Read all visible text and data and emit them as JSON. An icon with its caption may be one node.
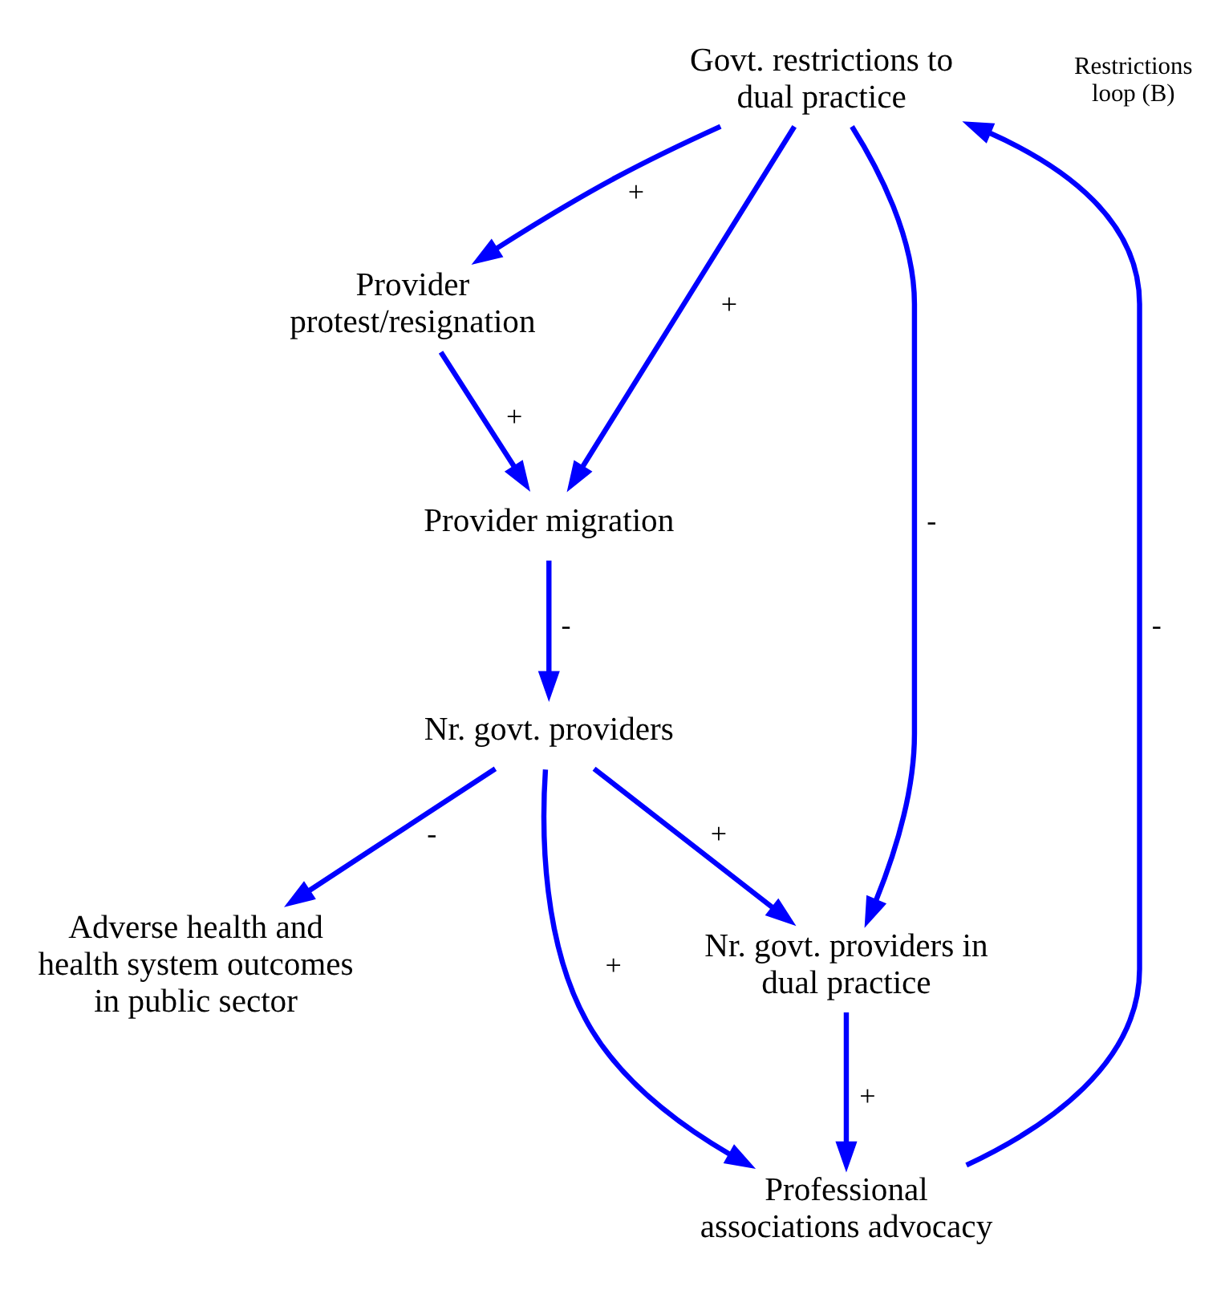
{
  "diagram": {
    "nodes": [
      {
        "text": [
          "Govt. restrictions to dual practice"
        ]
      },
      {
        "text": [
          "Provider protest/resignation"
        ]
      },
      {
        "text": [
          "Nr. govt. providers in dual practice"
        ]
      },
      {
        "text": [
          "Provider migration"
        ]
      },
      {
        "text": [
          "Professional associations advocacy"
        ]
      },
      {
        "text": [
          "Nr. govt. providers"
        ]
      },
      {
        "text": [
          "Adverse health and health system outcomes in public sector"
        ]
      }
    ],
    "edges": [
      {
        "from": 0,
        "to": 1,
        "arrow": "to",
        "label": "+"
      },
      {
        "from": 0,
        "to": 3,
        "arrow": "to",
        "label": "+"
      },
      {
        "from": 1,
        "to": 3,
        "arrow": "to",
        "label": "+"
      },
      {
        "from": 0,
        "to": 2,
        "arrow": "to",
        "label": "-"
      },
      {
        "from": 2,
        "to": 4,
        "arrow": "to",
        "label": "+"
      },
      {
        "from": 3,
        "to": 5,
        "arrow": "to",
        "label": "-"
      },
      {
        "from": 5,
        "to": 4,
        "arrow": "to",
        "label": "+"
      },
      {
        "from": 4,
        "to": 0,
        "arrow": "to",
        "label": "-"
      },
      {
        "from": 5,
        "to": 2,
        "arrow": "to",
        "label": "+"
      },
      {
        "from": 5,
        "to": 6,
        "arrow": "to",
        "label": "-"
      }
    ],
    "labels": [
      "Restrictions loop (B)"
    ]
  }
}
